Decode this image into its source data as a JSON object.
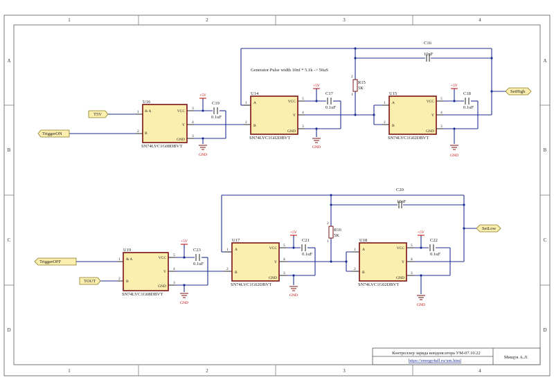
{
  "zones": {
    "cols": [
      "1",
      "2",
      "3",
      "4"
    ],
    "rows": [
      "A",
      "B",
      "C",
      "D"
    ]
  },
  "colors": {
    "wire": "#1c2f8f",
    "chip_fill": "#fbeeae",
    "chip_border": "#7a1010",
    "power": "#c00000"
  },
  "annotation": "Generator Pulse width  10nf * 5.1k -> 56uS",
  "power_label": "+5V",
  "gnd_label": "GND",
  "pin_names": {
    "vcc": "VCC",
    "gnd": "GND",
    "a": "A",
    "b": "B",
    "y": "Y",
    "and_a": "& A"
  },
  "chips": {
    "u16": {
      "ref": "U16",
      "part": "SN74LVC1G08DBVT"
    },
    "u14": {
      "ref": "U14",
      "part": "SN74LVC1G02DBVT"
    },
    "u15": {
      "ref": "U15",
      "part": "SN74LVC1G02DBVT"
    },
    "u19": {
      "ref": "U19",
      "part": "SN74LVC1G08DBVT"
    },
    "u17": {
      "ref": "U17",
      "part": "SN74LVC1G02DBVT"
    },
    "u18": {
      "ref": "U18",
      "part": "SN74LVC1G02DBVT"
    }
  },
  "caps": {
    "c19": {
      "ref": "C19",
      "value": "0.1uF"
    },
    "c17": {
      "ref": "C17",
      "value": "0.1uF"
    },
    "c18": {
      "ref": "C18",
      "value": "0.1uF"
    },
    "c16": {
      "ref": "C16",
      "value": "10nF"
    },
    "c23": {
      "ref": "C23",
      "value": "0.1uF"
    },
    "c21": {
      "ref": "C21",
      "value": "0.1uF"
    },
    "c22": {
      "ref": "C22",
      "value": "0.1uF"
    },
    "c20": {
      "ref": "C20",
      "value": "10nF"
    }
  },
  "resistors": {
    "r15": {
      "ref": "R15",
      "value": "5K"
    },
    "r16": {
      "ref": "R16",
      "value": "5K"
    }
  },
  "ports": {
    "t5v": "T5V",
    "trigger_on": "TriggerON",
    "set_high": "SetHigh",
    "trigger_off": "TriggerOFF",
    "tout": "TOUT",
    "set_low": "SetLow"
  },
  "title_block": {
    "title": "Контроллер заряда конденсатора  УМ-07.10.22",
    "url": "https://energy4all.ru/um.html",
    "author": "Мищук А.Л."
  }
}
